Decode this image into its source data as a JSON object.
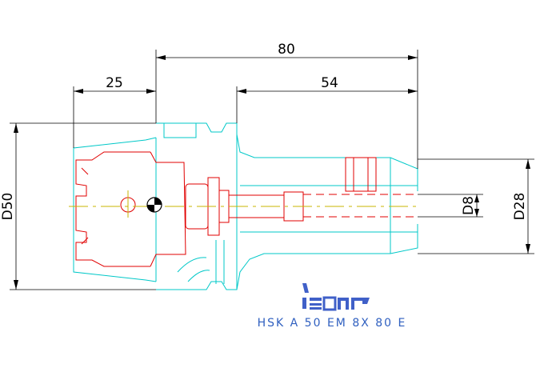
{
  "dimensions": {
    "overall_length": "80",
    "flange_length": "25",
    "shank_length": "54",
    "flange_diameter": "D50",
    "collet_diameter": "D8",
    "nose_diameter": "D28"
  },
  "designation": "HSK A 50 EM 8X 80 E",
  "logo_text": "iscar",
  "colors": {
    "body_outline": "#00c8c8",
    "inner_parts": "#e00000",
    "dimension_lines": "#000000",
    "designation_text": "#3060c0",
    "logo": "#4060c8",
    "axis_line": "#c8b400"
  }
}
